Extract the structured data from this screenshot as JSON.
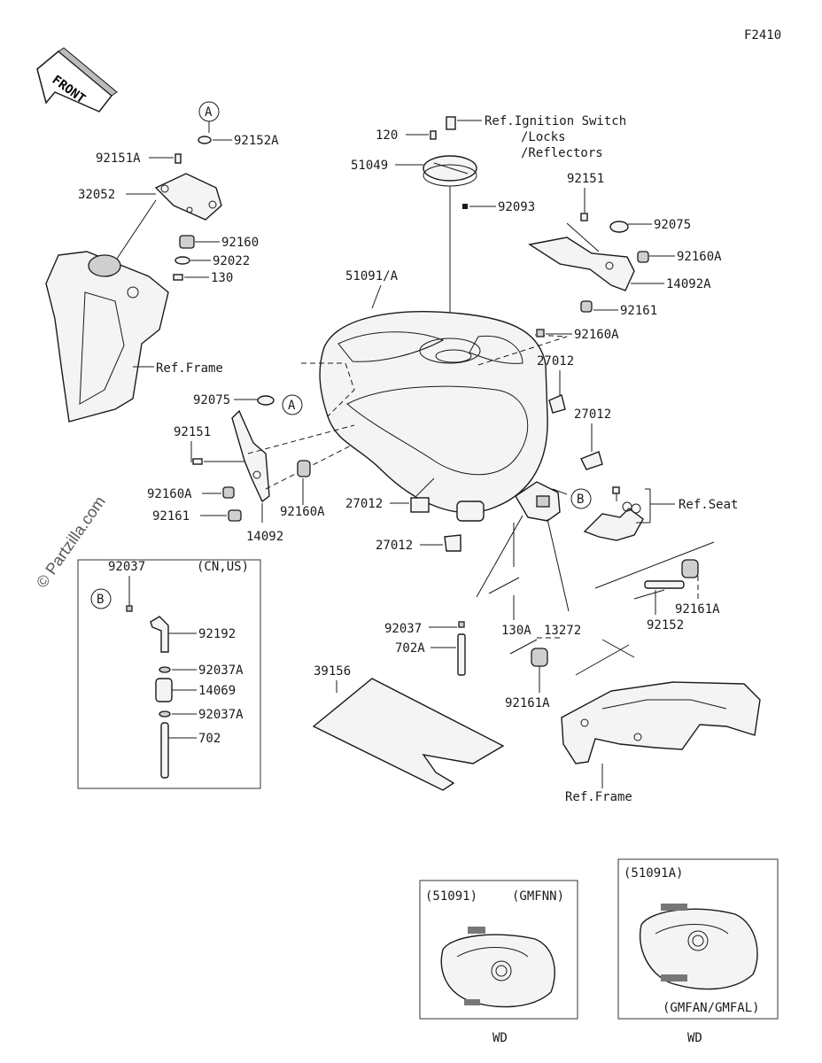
{
  "page_code": "F2410",
  "front_arrow_label": "FRONT",
  "watermark": "© Partzilla.com",
  "callouts": {
    "a": "A",
    "b": "B"
  },
  "labels": {
    "p92152A": "92152A",
    "p92151A": "92151A",
    "p32052": "32052",
    "p92160": "92160",
    "p92022": "92022",
    "p130": "130",
    "ref_frame_left": "Ref.Frame",
    "p120": "120",
    "p51049": "51049",
    "ref_ignition_1": "Ref.Ignition Switch",
    "ref_ignition_2": "/Locks",
    "ref_ignition_3": "/Reflectors",
    "p92093": "92093",
    "p92151": "92151",
    "p92075_r": "92075",
    "p92160A_r": "92160A",
    "p14092A": "14092A",
    "p92161_r": "92161",
    "p51091A": "51091/A",
    "p92160A_mid": "92160A",
    "p27012_a": "27012",
    "p27012_b": "27012",
    "p92075_l": "92075",
    "p92151_l": "92151",
    "p92160A_l": "92160A",
    "p92161_l": "92161",
    "p92160A_l2": "92160A",
    "p14092": "14092",
    "p27012_c": "27012",
    "p27012_d": "27012",
    "ref_seat": "Ref.Seat",
    "p92037_in": "92037",
    "cnus": "(CN,US)",
    "p92192": "92192",
    "p92037A_1": "92037A",
    "p14069": "14069",
    "p92037A_2": "92037A",
    "p702": "702",
    "p130A": "130A",
    "p92161A_r": "92161A",
    "p92152": "92152",
    "p92037": "92037",
    "p702A": "702A",
    "p13272": "13272",
    "p39156": "39156",
    "p92161A_l": "92161A",
    "ref_frame_right": "Ref.Frame"
  },
  "variant_left": {
    "part": "(51091)",
    "code": "(GMFNN)",
    "caption": "WD"
  },
  "variant_right": {
    "part": "(51091A)",
    "code": "(GMFAN/GMFAL)",
    "caption": "WD"
  }
}
